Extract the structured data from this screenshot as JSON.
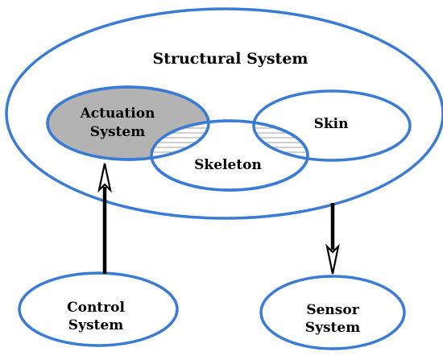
{
  "diagram": {
    "structural": {
      "label": "Structural System"
    },
    "actuation": {
      "line1": "Actuation",
      "line2": "System"
    },
    "skin": {
      "label": "Skin"
    },
    "skeleton": {
      "label": "Skeleton"
    },
    "control": {
      "line1": "Control",
      "line2": "System"
    },
    "sensor": {
      "line1": "Sensor",
      "line2": "System"
    }
  },
  "colors": {
    "outline": "#3a7bd5",
    "actuation_fill": "#b3b3b3",
    "hatch": "#8a8a8a",
    "arrow": "#000000"
  }
}
